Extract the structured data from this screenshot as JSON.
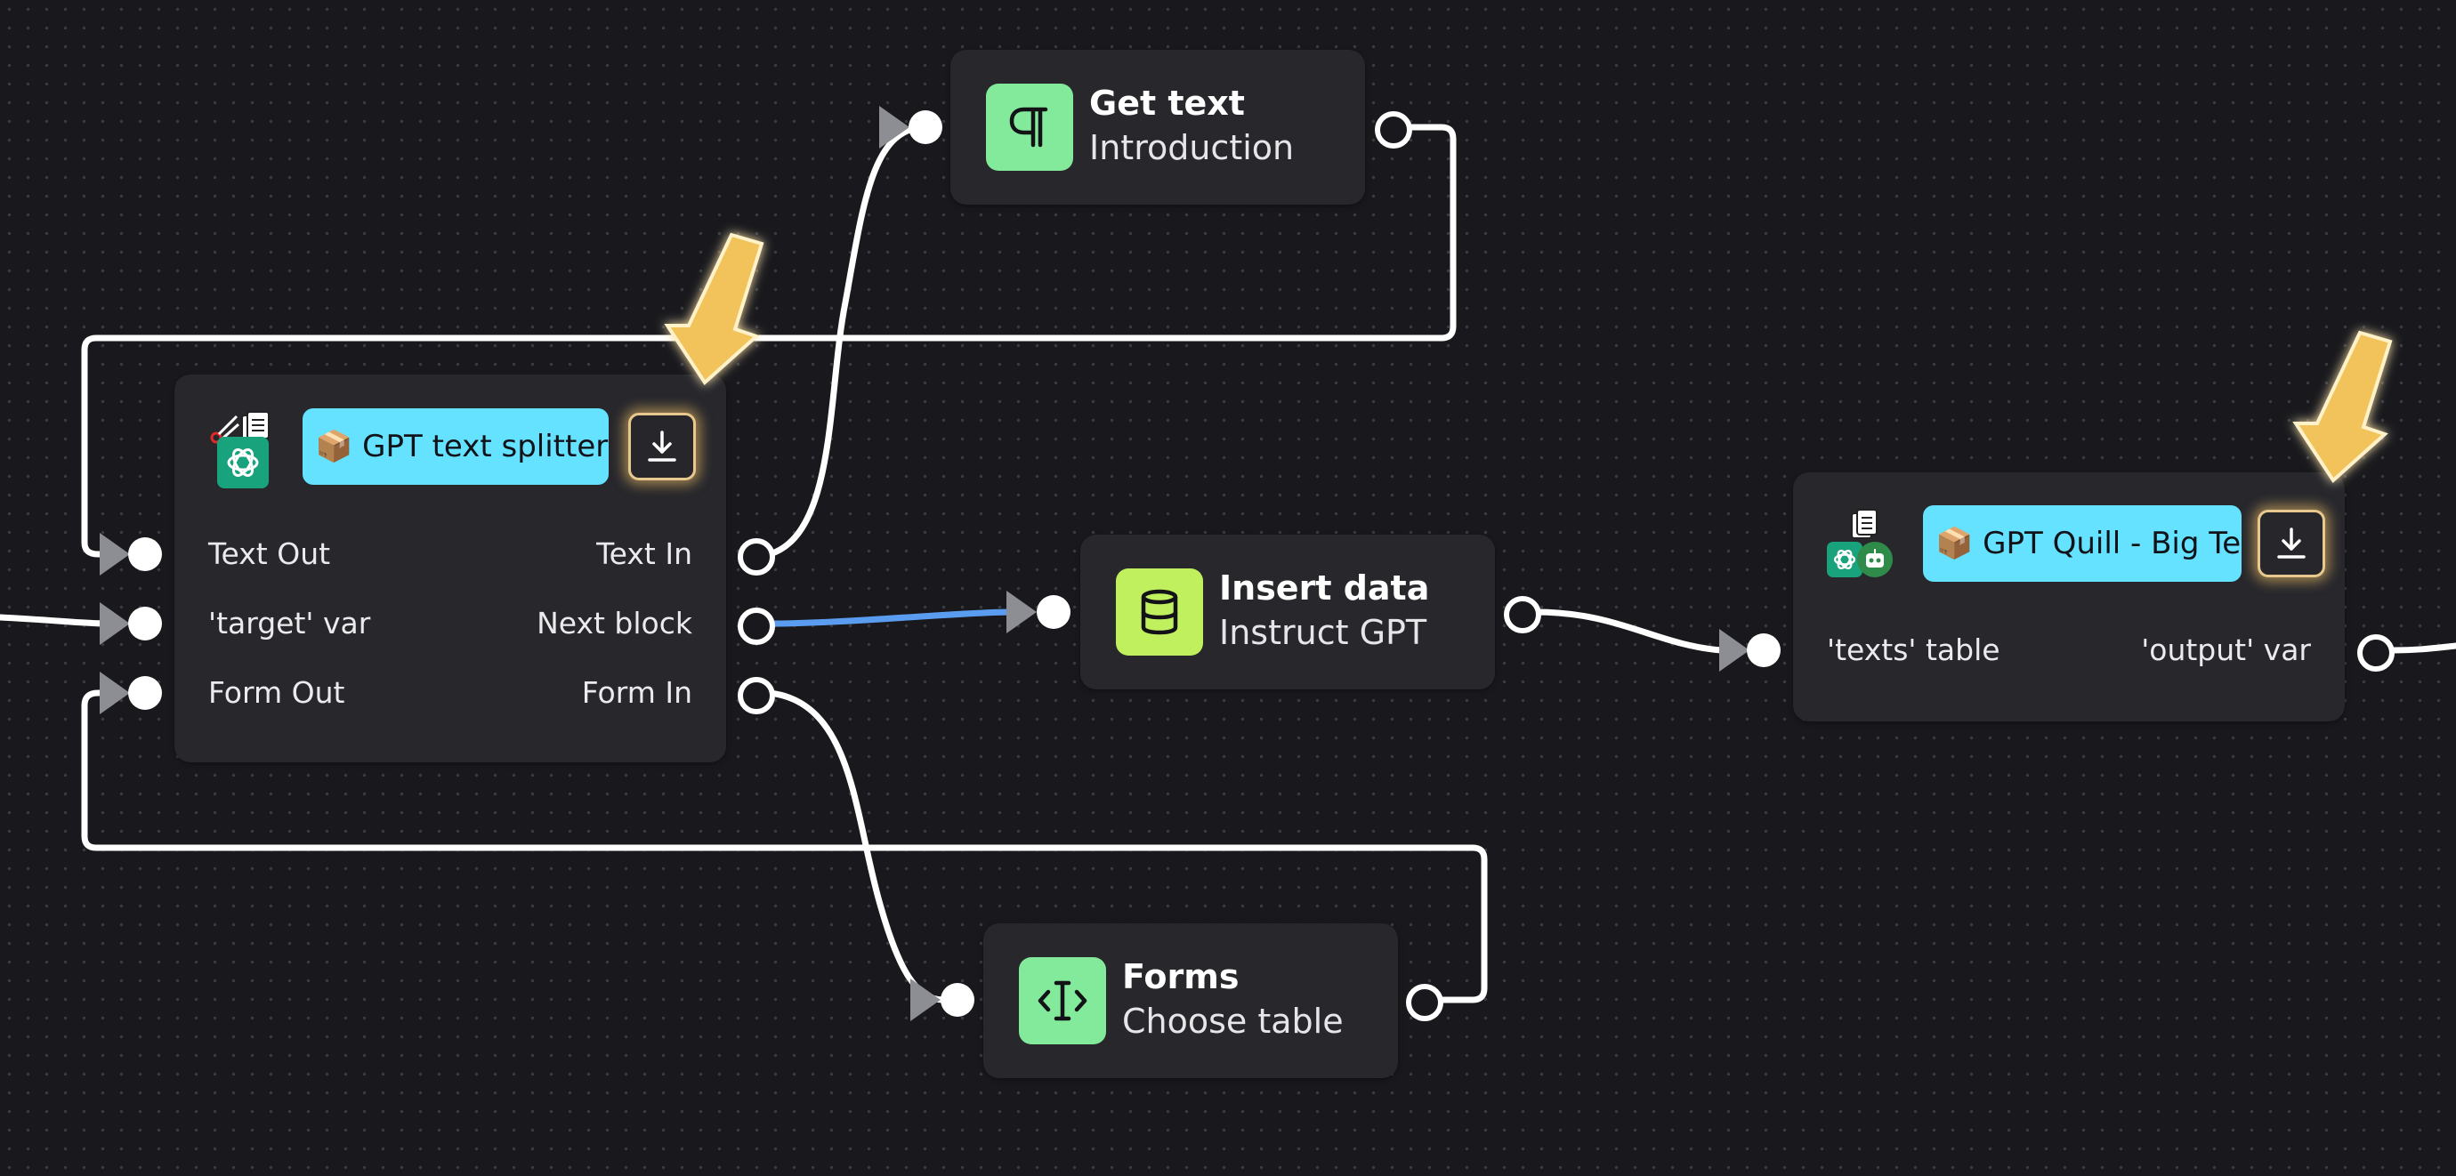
{
  "colors": {
    "background": "#19191d",
    "node": "#27272c",
    "wire": "#ffffff",
    "active_wire": "#5a9df0",
    "pill": "#64e2ff",
    "text_icon_bg": "#83ea9b",
    "database_icon_bg": "#c1f05e",
    "forms_icon_bg": "#83ea9b",
    "highlight": "#f1c35a"
  },
  "nodes": {
    "get_text": {
      "icon": "pilcrow-icon",
      "title": "Get text",
      "subtitle": "Introduction"
    },
    "splitter": {
      "icons": [
        "scissors-icon",
        "documents-icon",
        "openai-icon"
      ],
      "pill_label": "📦 GPT text splitter",
      "pill_chevron": "✓",
      "download_icon": "download-icon",
      "ports": [
        {
          "input": "Text Out",
          "output": "Text In"
        },
        {
          "input": "'target' var",
          "output": "Next block"
        },
        {
          "input": "Form Out",
          "output": "Form In"
        }
      ]
    },
    "insert_data": {
      "icon": "database-icon",
      "title": "Insert data",
      "subtitle": "Instruct GPT"
    },
    "quill": {
      "icons": [
        "document-icon",
        "openai-icon",
        "robot-icon"
      ],
      "pill_label": "📦 GPT Quill - Big Text",
      "download_icon": "download-icon",
      "ports": [
        {
          "input": "'texts' table",
          "output": "'output' var"
        }
      ]
    },
    "forms": {
      "icon": "text-cursor-icon",
      "title": "Forms",
      "subtitle": "Choose table"
    }
  },
  "hints": [
    "highlight-arrow-icon",
    "highlight-arrow-icon"
  ]
}
